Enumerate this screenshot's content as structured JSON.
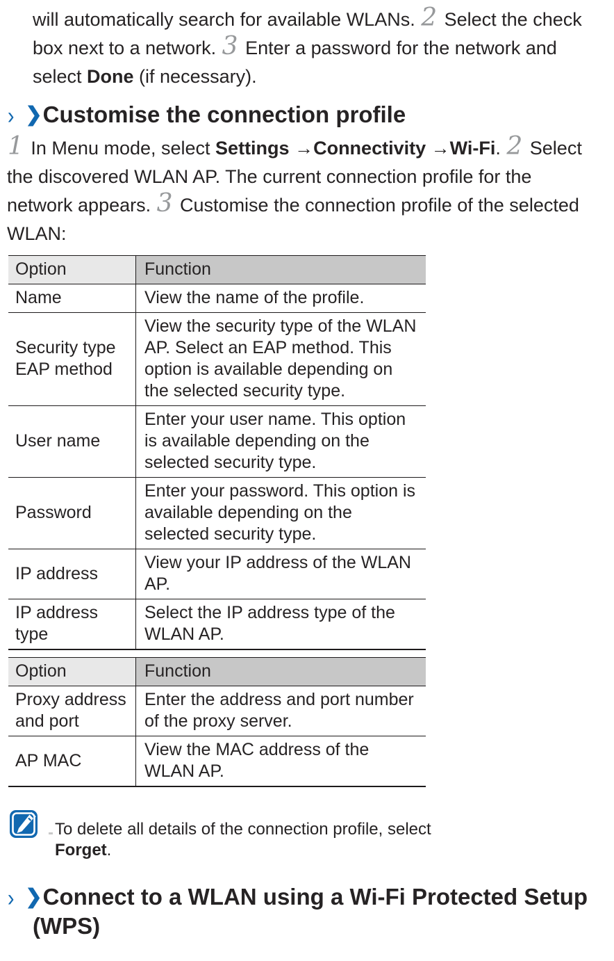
{
  "colors": {
    "accent_blue": "#1168b0",
    "step_number_gray": "#97999b",
    "text": "#262324",
    "table_header_option_bg": "#e8e8e8",
    "table_header_function_bg": "#c7c7c7"
  },
  "icons": {
    "section_chevron": "›",
    "heading_chevron": "❯",
    "note_icon": "pen-writing-note-icon"
  },
  "intro_paragraph": {
    "segments": [
      {
        "s": "t",
        "t": "will automatically search for available WLANs. "
      },
      {
        "s": "n",
        "t": "2"
      },
      {
        "s": "t",
        "t": " Select the check box next to a network. "
      },
      {
        "s": "n",
        "t": "3"
      },
      {
        "s": "t",
        "t": " Enter a password for the network and select "
      },
      {
        "s": "b",
        "t": "Done"
      },
      {
        "s": "t",
        "t": " (if necessary)."
      }
    ]
  },
  "section1": {
    "title": "Customise the connection profile",
    "steps_paragraph": {
      "segments": [
        {
          "s": "n",
          "t": "1"
        },
        {
          "s": "t",
          "t": " In Menu mode, select "
        },
        {
          "s": "b",
          "t": "Settings"
        },
        {
          "s": "t",
          "t": " →"
        },
        {
          "s": "b",
          "t": "Connectivity"
        },
        {
          "s": "t",
          "t": " →"
        },
        {
          "s": "b",
          "t": "Wi-Fi"
        },
        {
          "s": "t",
          "t": ". "
        },
        {
          "s": "n",
          "t": "2"
        },
        {
          "s": "t",
          "t": " Select the discovered WLAN AP. The current connection profile for the network appears. "
        },
        {
          "s": "n",
          "t": "3"
        },
        {
          "s": "t",
          "t": " Customise the connection profile of the selected WLAN:"
        }
      ]
    }
  },
  "tables": [
    {
      "headers": [
        "Option",
        "Function"
      ],
      "rows": [
        [
          "Name",
          "View the name of the profile."
        ],
        [
          "Security type EAP method",
          "View the security type of the WLAN AP. Select an EAP method. This option is available depending on the selected security type."
        ],
        [
          "User name",
          "Enter your user name. This option is available depending on the selected security type."
        ],
        [
          "Password",
          "Enter your password. This option is available depending on the selected security type."
        ],
        [
          "IP address",
          "View your IP address of the WLAN AP."
        ],
        [
          "IP address type",
          "Select the IP address type of the WLAN AP."
        ]
      ]
    },
    {
      "headers": [
        "Option",
        "Function"
      ],
      "rows": [
        [
          "Proxy address and port",
          "Enter the address and port number of the proxy server."
        ],
        [
          "AP MAC",
          "View the MAC address of the WLAN AP."
        ]
      ]
    }
  ],
  "note": {
    "segments": [
      {
        "s": "t",
        "t": "To delete all details of the connection profile, select "
      },
      {
        "s": "b",
        "t": "Forget"
      },
      {
        "s": "t",
        "t": "."
      }
    ]
  },
  "section2": {
    "title": "Connect to a WLAN using a Wi-Fi Protected Setup (WPS)"
  }
}
